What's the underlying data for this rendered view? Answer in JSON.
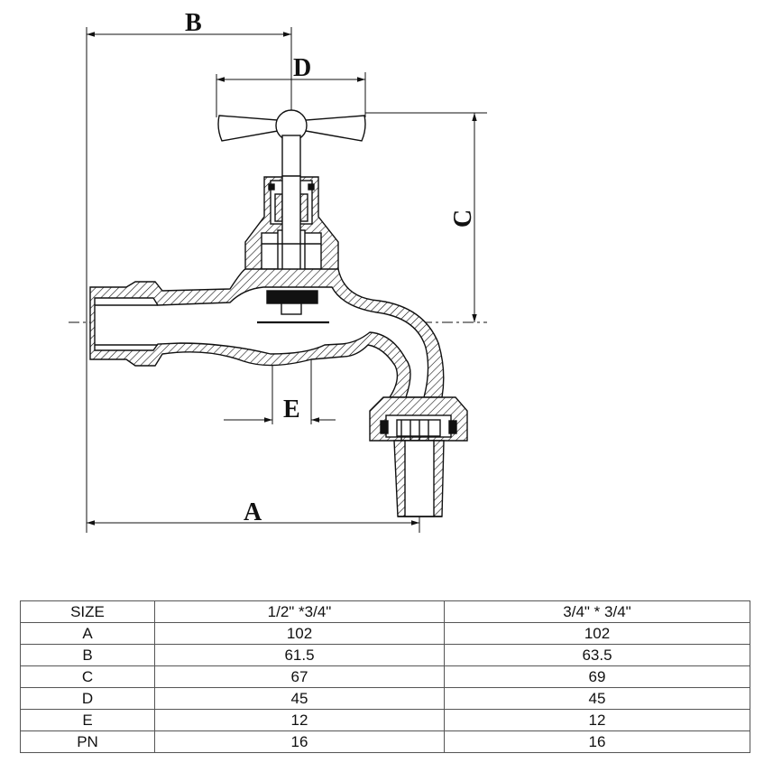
{
  "labels": {
    "A": "A",
    "B": "B",
    "C": "C",
    "D": "D",
    "E": "E"
  },
  "table": {
    "header": [
      "SIZE",
      "1/2\" *3/4\"",
      "3/4\" * 3/4\""
    ],
    "rows": [
      [
        "A",
        "102",
        "102"
      ],
      [
        "B",
        "61.5",
        "63.5"
      ],
      [
        "C",
        "67",
        "69"
      ],
      [
        "D",
        "45",
        "45"
      ],
      [
        "E",
        "12",
        "12"
      ],
      [
        "PN",
        "16",
        "16"
      ]
    ]
  }
}
